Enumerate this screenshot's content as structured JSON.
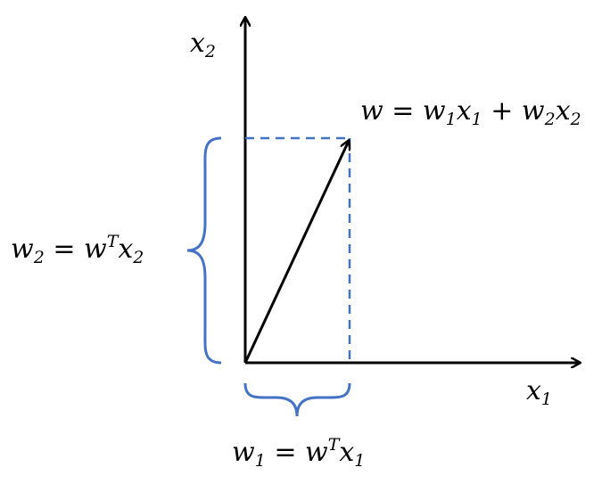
{
  "diagram": {
    "axes": {
      "x_axis": {
        "base": "x",
        "sub": "1"
      },
      "y_axis": {
        "base": "x",
        "sub": "2"
      }
    },
    "vector_label": {
      "lhs": "w",
      "equals": " = ",
      "t1_base": "w",
      "t1_sub": "1",
      "t1_x": "x",
      "t1_x_sub": "1",
      "plus": " + ",
      "t2_base": "w",
      "t2_sub": "2",
      "t2_x": "x",
      "t2_x_sub": "2"
    },
    "w1_label": {
      "lhs": "w",
      "lhs_sub": "1",
      "equals": " = ",
      "rhs_base": "w",
      "rhs_sup": "T",
      "rhs_x": "x",
      "rhs_x_sub": "1"
    },
    "w2_label": {
      "lhs": "w",
      "lhs_sub": "2",
      "equals": " = ",
      "rhs_base": "w",
      "rhs_sup": "T",
      "rhs_x": "x",
      "rhs_x_sub": "2"
    },
    "colors": {
      "axis": "#000000",
      "vector": "#000000",
      "projection": "#4472c4",
      "brace": "#4472c4"
    }
  }
}
